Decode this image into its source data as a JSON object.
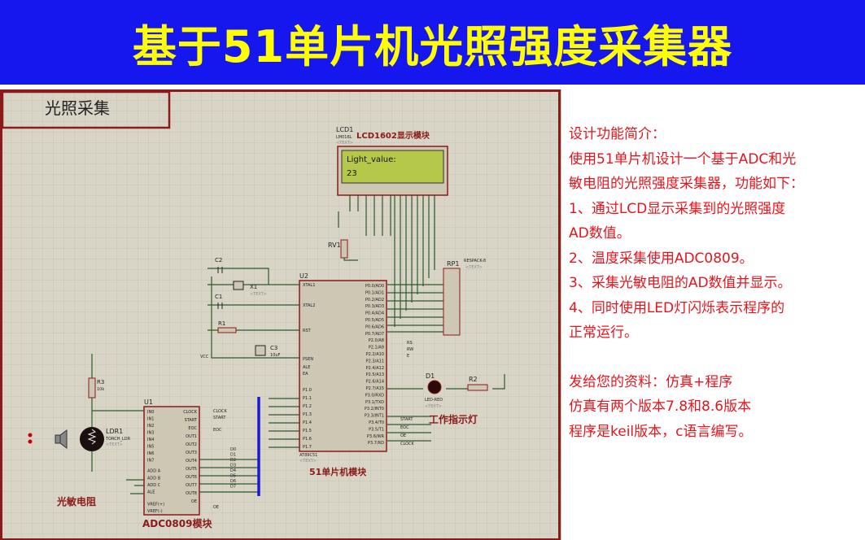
{
  "header": {
    "title": "基于51单片机光照强度采集器"
  },
  "schematic": {
    "section_title": "光照采集",
    "lcd": {
      "ref": "LCD1",
      "part": "LM016L",
      "label": "LCD1602显示模块",
      "line1": "Light_value:",
      "line2": "23"
    },
    "mcu": {
      "ref": "U2",
      "part": "AT89C51",
      "label": "51单片机模块",
      "left_pins": [
        "XTAL1",
        "XTAL2",
        "RST",
        "PSEN",
        "ALE",
        "EA",
        "P1.0",
        "P1.1",
        "P1.2",
        "P1.3",
        "P1.4",
        "P1.5",
        "P1.6",
        "P1.7"
      ],
      "right_pins": [
        "P0.0/AD0",
        "P0.1/AD1",
        "P0.2/AD2",
        "P0.3/AD3",
        "P0.4/AD4",
        "P0.5/AD5",
        "P0.6/AD6",
        "P0.7/AD7",
        "P2.0/A8",
        "P2.1/A9",
        "P2.2/A10",
        "P2.3/A11",
        "P2.4/A12",
        "P2.5/A13",
        "P2.6/A14",
        "P2.7/A15",
        "P3.0/RXD",
        "P3.1/TXD",
        "P3.2/INT0",
        "P3.3/INT1",
        "P3.4/T0",
        "P3.5/T1",
        "P3.6/WR",
        "P3.7/RD"
      ],
      "net_labels": [
        "RS",
        "RW",
        "E",
        "START",
        "EOC",
        "OE",
        "CLOCK"
      ]
    },
    "adc": {
      "ref": "U1",
      "label": "ADC0809模块",
      "left_pins": [
        "IN0",
        "IN1",
        "IN2",
        "IN3",
        "IN4",
        "IN5",
        "IN6",
        "IN7",
        "ADD A",
        "ADD B",
        "ADD C",
        "ALE",
        "VREF(+)",
        "VREF(-)"
      ],
      "right_pins": [
        "CLOCK",
        "START",
        "EOC",
        "OUT1",
        "OUT2",
        "OUT3",
        "OUT4",
        "OUT5",
        "OUT6",
        "OUT7",
        "OUT8",
        "OE"
      ],
      "net_labels": [
        "CLOCK",
        "START",
        "EOC",
        "OE"
      ],
      "bus_labels": [
        "D0",
        "D1",
        "D2",
        "D3",
        "D4",
        "D5",
        "D6",
        "D7"
      ]
    },
    "ldr": {
      "ref": "LDR1",
      "part": "TORCH_LDR",
      "label": "光敏电阻"
    },
    "led": {
      "ref": "D1",
      "part": "LED-RED",
      "label": "工作指示灯"
    },
    "components": {
      "r1": "R1",
      "r2": "R2",
      "r3": "R3",
      "r3_val": "10k",
      "c1": "C1",
      "c2": "C2",
      "c3": "C3",
      "c3_val": "10uF",
      "x1": "X1",
      "rv1": "RV1",
      "rp1": "RP1",
      "rp1_part": "RESPACK-8",
      "vcc": "VCC",
      "text_placeholder": "<TEXT>"
    }
  },
  "description": {
    "heading": "设计功能简介：",
    "lines": [
      "使用51单片机设计一个基于ADC和光",
      "敏电阻的光照强度采集器，功能如下：",
      "1、通过LCD显示采集到的光照强度",
      "AD数值。",
      "2、温度采集使用ADC0809。",
      "3、采集光敏电阻的AD数值并显示。",
      "4、同时使用LED灯闪烁表示程序的",
      "正常运行。"
    ],
    "materials": [
      "发给您的资料：仿真+程序",
      "仿真有两个版本7.8和8.6版本",
      "程序是keil版本，c语言编写。"
    ]
  },
  "colors": {
    "title_bg": "#1616ee",
    "title_text": "#ffff00",
    "desc_text": "#e8141c",
    "schematic_bg": "#d9d5c6",
    "component_border": "#8b1a1a",
    "lcd_screen": "#b5c84a",
    "bus": "#1a1ad0"
  }
}
